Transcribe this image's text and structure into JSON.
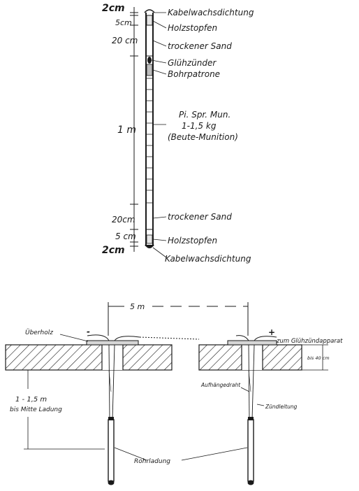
{
  "top_diagram": {
    "left_dimensions": [
      "2cm",
      "5cm",
      "20 cm",
      "1 m",
      "20cm",
      "5 cm",
      "2cm"
    ],
    "right_labels": [
      "Kabelwachsdichtung",
      "Holzstopfen",
      "trockener Sand",
      "Glühzünder",
      "Bohrpatrone",
      "Pi. Spr. Mun.",
      "1-1,5 kg",
      "(Beute-Munition)",
      "trockener Sand",
      "Holzstopfen",
      "Kabelwachsdichtung"
    ]
  },
  "bottom_diagram": {
    "spacing_label": "5 m",
    "left_cover_label": "Überholz",
    "minus_sign": "-",
    "plus_sign": "+",
    "apparatus_label": "zum Glühzündapparat",
    "thickness_label": "bis 40 cm",
    "depth_label_line1": "1 - 1,5  m",
    "depth_label_line2": "bis Mitte Ladung",
    "hanger_wire_label": "Aufhängedraht",
    "ignition_wire_label": "Zündleitung",
    "charge_label": "Rohrladung"
  }
}
